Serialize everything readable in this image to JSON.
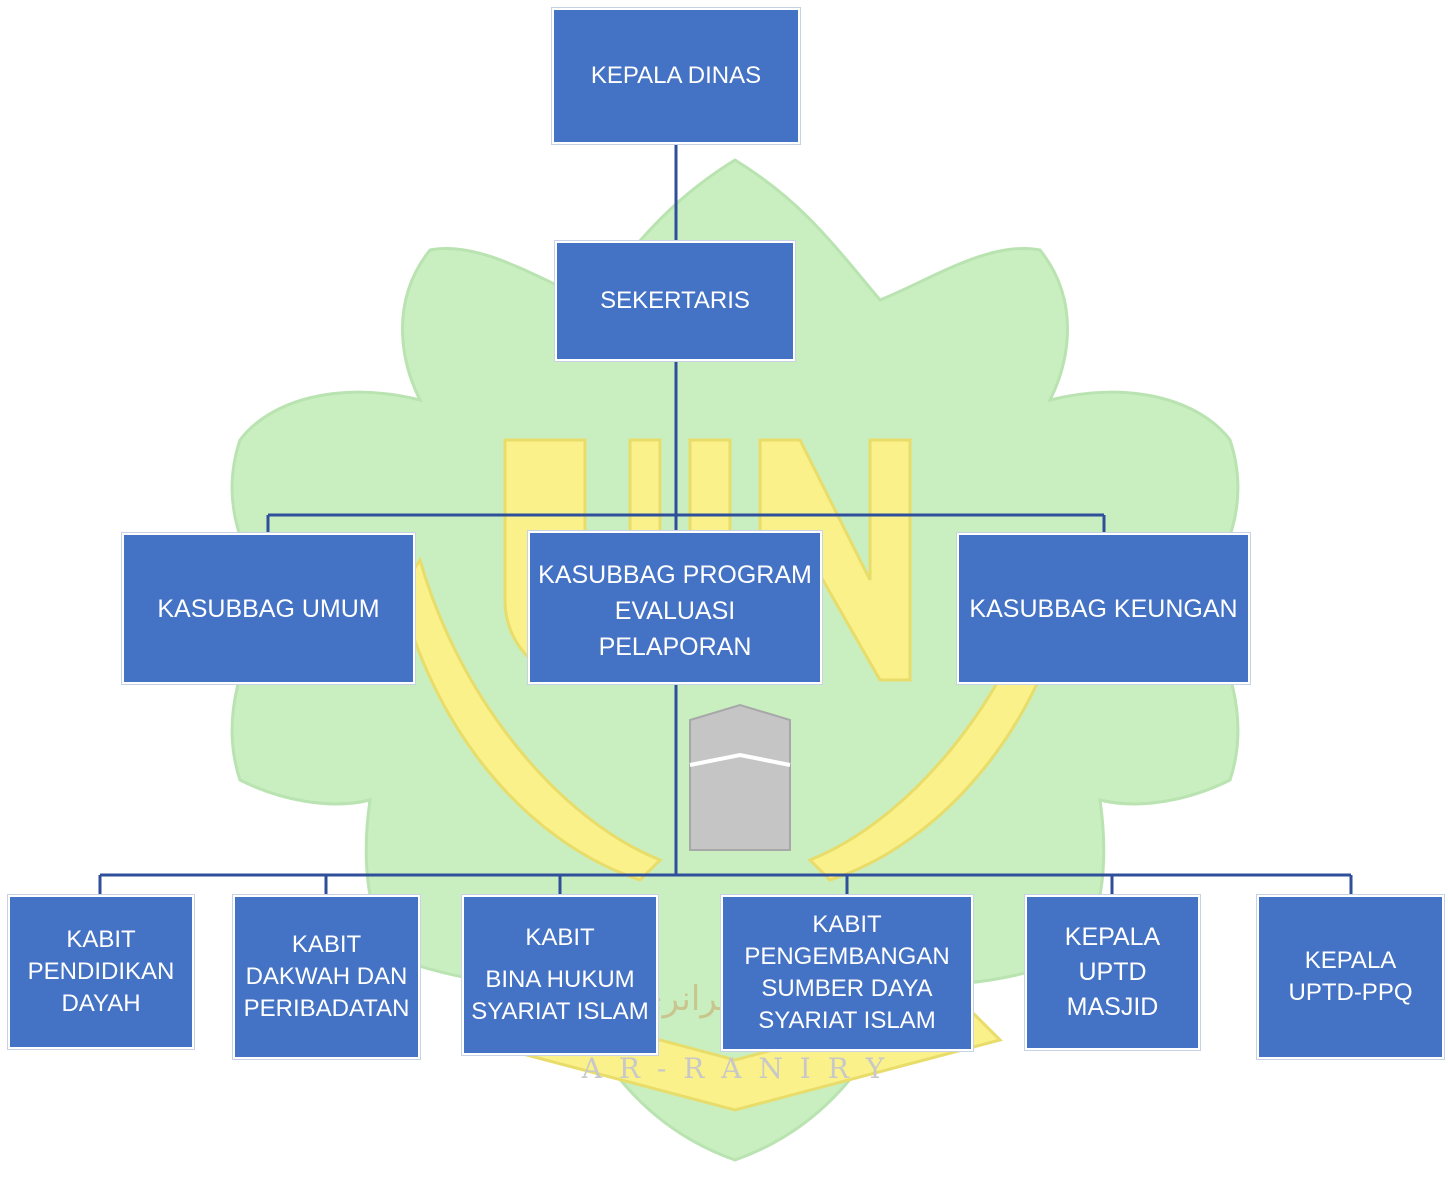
{
  "watermark": {
    "logo_text": "UIN",
    "arabic_text": "جامعة الرانري",
    "latin_text": "A R - R A N I R Y"
  },
  "boxes": {
    "kepala_dinas": {
      "lines": [
        "KEPALA DINAS"
      ]
    },
    "sekertaris": {
      "lines": [
        "SEKERTARIS"
      ]
    },
    "kasubbag_umum": {
      "lines": [
        "KASUBBAG UMUM"
      ]
    },
    "kasubbag_program": {
      "lines": [
        "KASUBBAG PROGRAM",
        "EVALUASI",
        "PELAPORAN"
      ]
    },
    "kasubbag_keuangan": {
      "lines": [
        "KASUBBAG KEUNGAN"
      ]
    },
    "kabit_dayah": {
      "lines": [
        "KABIT",
        "PENDIDIKAN",
        "DAYAH"
      ]
    },
    "kabit_dakwah": {
      "lines": [
        "KABIT",
        "DAKWAH DAN",
        "PERIBADATAN"
      ]
    },
    "kabit_hukum": {
      "lines": [
        "KABIT",
        "BINA HUKUM",
        "SYARIAT ISLAM"
      ]
    },
    "kabit_sdm": {
      "lines": [
        "KABIT",
        "PENGEMBANGAN",
        "SUMBER DAYA",
        "SYARIAT ISLAM"
      ]
    },
    "kepala_masjid": {
      "lines": [
        "KEPALA",
        "UPTD",
        "MASJID"
      ]
    },
    "kepala_ppq": {
      "lines": [
        "KEPALA",
        "UPTD-PPQ"
      ]
    }
  },
  "colors": {
    "box_fill": "#4472c4",
    "line": "#2f4f9a",
    "watermark_green": "#c9efc0",
    "watermark_yellow": "#fbf18a"
  }
}
